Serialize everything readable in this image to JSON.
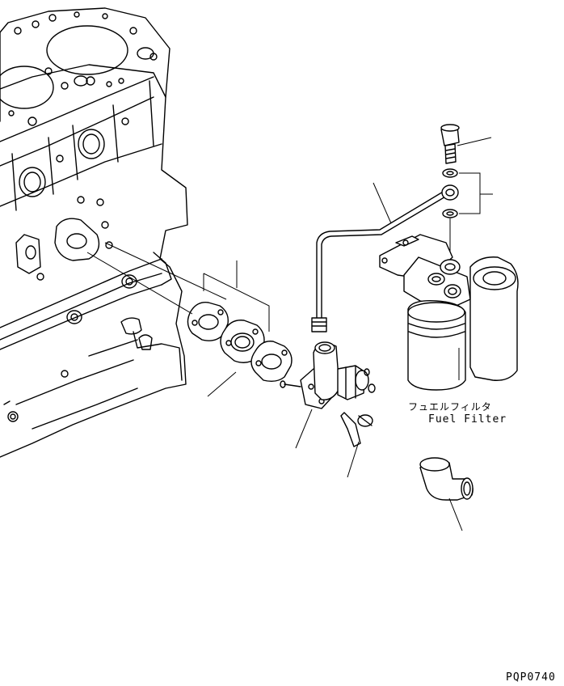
{
  "labels": {
    "fuel_filter_jp": "フュエルフィルタ",
    "fuel_filter_en": "Fuel Filter",
    "drawing_code": "PQP0740"
  }
}
